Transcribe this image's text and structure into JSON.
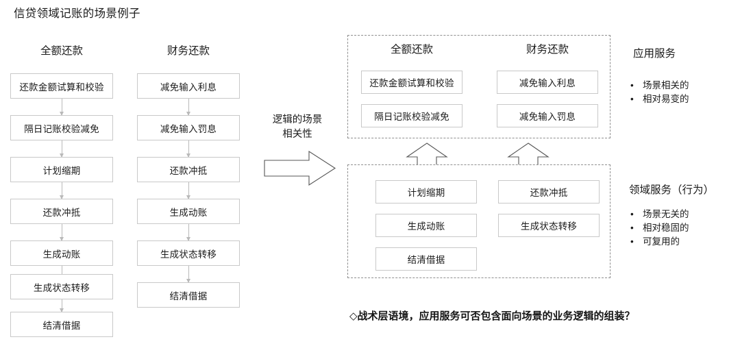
{
  "title": "信贷领域记账的场景例子",
  "left_flows": [
    {
      "header": "全额还款",
      "steps": [
        "还款金额试算和校验",
        "隔日记账校验减免",
        "计划缩期",
        "还款冲抵",
        "生成动账",
        "生成状态转移",
        "结清借据"
      ]
    },
    {
      "header": "财务还款",
      "steps": [
        "减免输入利息",
        "减免输入罚息",
        "还款冲抵",
        "生成动账",
        "生成状态转移",
        "结清借据"
      ]
    }
  ],
  "middle": {
    "caption_line1": "逻辑的场景",
    "caption_line2": "相关性",
    "arrow_icon": "right-block-arrow-icon"
  },
  "groups": {
    "application": {
      "columns": [
        {
          "header": "全额还款",
          "items": [
            "还款金额试算和校验",
            "隔日记账校验减免"
          ]
        },
        {
          "header": "财务还款",
          "items": [
            "减免输入利息",
            "减免输入罚息"
          ]
        }
      ]
    },
    "domain": {
      "columns": [
        {
          "items": [
            "计划缩期",
            "生成动账",
            "结清借据"
          ]
        },
        {
          "items": [
            "还款冲抵",
            "生成状态转移"
          ]
        }
      ]
    },
    "up_arrow_icon": "up-block-arrow-icon"
  },
  "annotations": [
    {
      "title": "应用服务",
      "bullet": "•",
      "items": [
        "场景相关的",
        "相对易变的"
      ]
    },
    {
      "title": "领域服务（行为）",
      "bullet": "•",
      "items": [
        "场景无关的",
        "相对稳固的",
        "可复用的"
      ]
    }
  ],
  "bottom_question": "◇战术层语境，应用服务可否包含面向场景的业务逻辑的组装？",
  "colors": {
    "box_border": "#c8c8c8",
    "dotted_border": "#8e8e8e",
    "text": "#1b1b1b",
    "connector": "#b9b9b9",
    "arrow_stroke": "#555555"
  }
}
